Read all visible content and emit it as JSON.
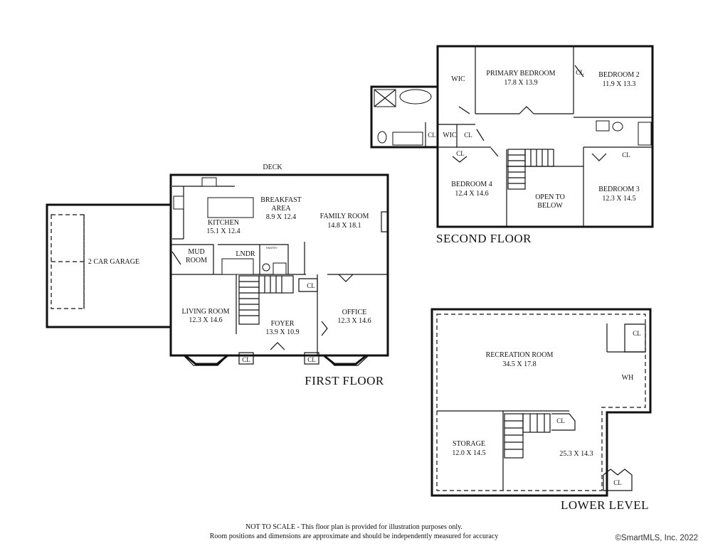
{
  "plans": {
    "first_floor": {
      "title": "FIRST FLOOR",
      "deck": "DECK",
      "garage": "2 CAR GARAGE",
      "kitchen": {
        "name": "KITCHEN",
        "dims": "15.1 X 12.4"
      },
      "breakfast": {
        "name1": "BREAKFAST",
        "name2": "AREA",
        "dims": "8.9 X 12.4"
      },
      "family": {
        "name": "FAMILY ROOM",
        "dims": "14.8 X 18.1"
      },
      "mud": {
        "name1": "MUD",
        "name2": "ROOM"
      },
      "laundry": "LNDR",
      "pantry": "PANTRY",
      "living": {
        "name": "LIVING ROOM",
        "dims": "12.3 X 14.6"
      },
      "foyer": {
        "name": "FOYER",
        "dims": "13.9 X 10.9"
      },
      "office": {
        "name": "OFFICE",
        "dims": "12.3 X 14.6"
      },
      "cl": "CL"
    },
    "second_floor": {
      "title": "SECOND FLOOR",
      "wic": "WIC",
      "primary": {
        "name": "PRIMARY BEDROOM",
        "dims": "17.8 X 13.9"
      },
      "bedroom2": {
        "name": "BEDROOM 2",
        "dims": "11.9 X 13.3"
      },
      "bedroom3": {
        "name": "BEDROOM 3",
        "dims": "12.3 X 14.5"
      },
      "bedroom4": {
        "name": "BEDROOM 4",
        "dims": "12.4 X 14.6"
      },
      "open": {
        "line1": "OPEN TO",
        "line2": "BELOW"
      },
      "cl": "CL"
    },
    "lower_level": {
      "title": "LOWER LEVEL",
      "recreation": {
        "name": "RECREATION ROOM",
        "dims": "34.5 X 17.8"
      },
      "wh": "WH",
      "storage": {
        "name": "STORAGE",
        "dims": "12.0 X 14.5"
      },
      "room_dims": "25.3 X 14.3",
      "cl": "CL"
    }
  },
  "footer": {
    "note_line1": "NOT TO SCALE - This floor plan is provided for illustration purposes only.",
    "note_line2": "Room positions and dimensions are approximate and should be independently measured for accuracy",
    "copyright": "©SmartMLS, Inc.  2022"
  }
}
